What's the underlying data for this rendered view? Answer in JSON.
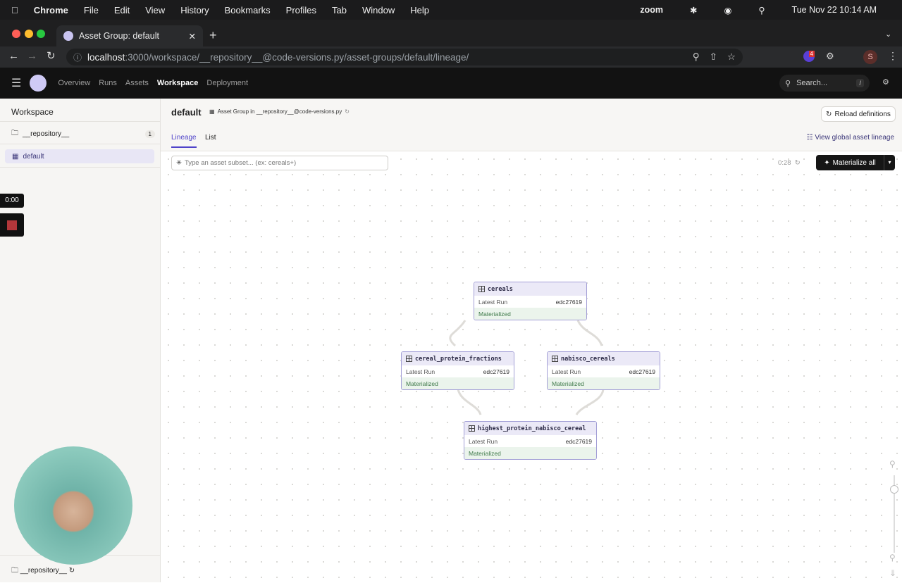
{
  "os_menu": {
    "app": "Chrome",
    "items": [
      "File",
      "Edit",
      "View",
      "History",
      "Bookmarks",
      "Profiles",
      "Tab",
      "Window",
      "Help"
    ],
    "zoom": "zoom",
    "datetime": "Tue Nov 22  10:14 AM"
  },
  "browser": {
    "tab_title": "Asset Group: default",
    "url_host": "localhost",
    "url_rest": ":3000/workspace/__repository__@code-versions.py/asset-groups/default/lineage/",
    "ext_badge": "4",
    "profile": "S"
  },
  "app_nav": {
    "items": [
      "Overview",
      "Runs",
      "Assets",
      "Workspace",
      "Deployment"
    ],
    "active": "Workspace",
    "search_placeholder": "Search...",
    "search_shortcut": "/"
  },
  "sidebar": {
    "title": "Workspace",
    "repo": {
      "label": "__repository__",
      "count": "1"
    },
    "group": "default",
    "footer": "__repository__"
  },
  "header": {
    "title": "default",
    "subtitle": "Asset Group in __repository__@code-versions.py",
    "reload": "Reload definitions"
  },
  "tabs": [
    {
      "label": "Lineage",
      "active": true
    },
    {
      "label": "List",
      "active": false
    }
  ],
  "view_global": "View global asset lineage",
  "filter_placeholder": "Type an asset subset... (ex: cereals+)",
  "refresh_timer": "0:28",
  "materialize": "Materialize all",
  "recording": {
    "time": "0:00"
  },
  "nodes": [
    {
      "name": "cereals",
      "run_label": "Latest Run",
      "run": "edc27619",
      "status": "Materialized"
    },
    {
      "name": "cereal_protein_fractions",
      "run_label": "Latest Run",
      "run": "edc27619",
      "status": "Materialized"
    },
    {
      "name": "nabisco_cereals",
      "run_label": "Latest Run",
      "run": "edc27619",
      "status": "Materialized"
    },
    {
      "name": "highest_protein_nabisco_cereal",
      "run_label": "Latest Run",
      "run": "edc27619",
      "status": "Materialized"
    }
  ]
}
